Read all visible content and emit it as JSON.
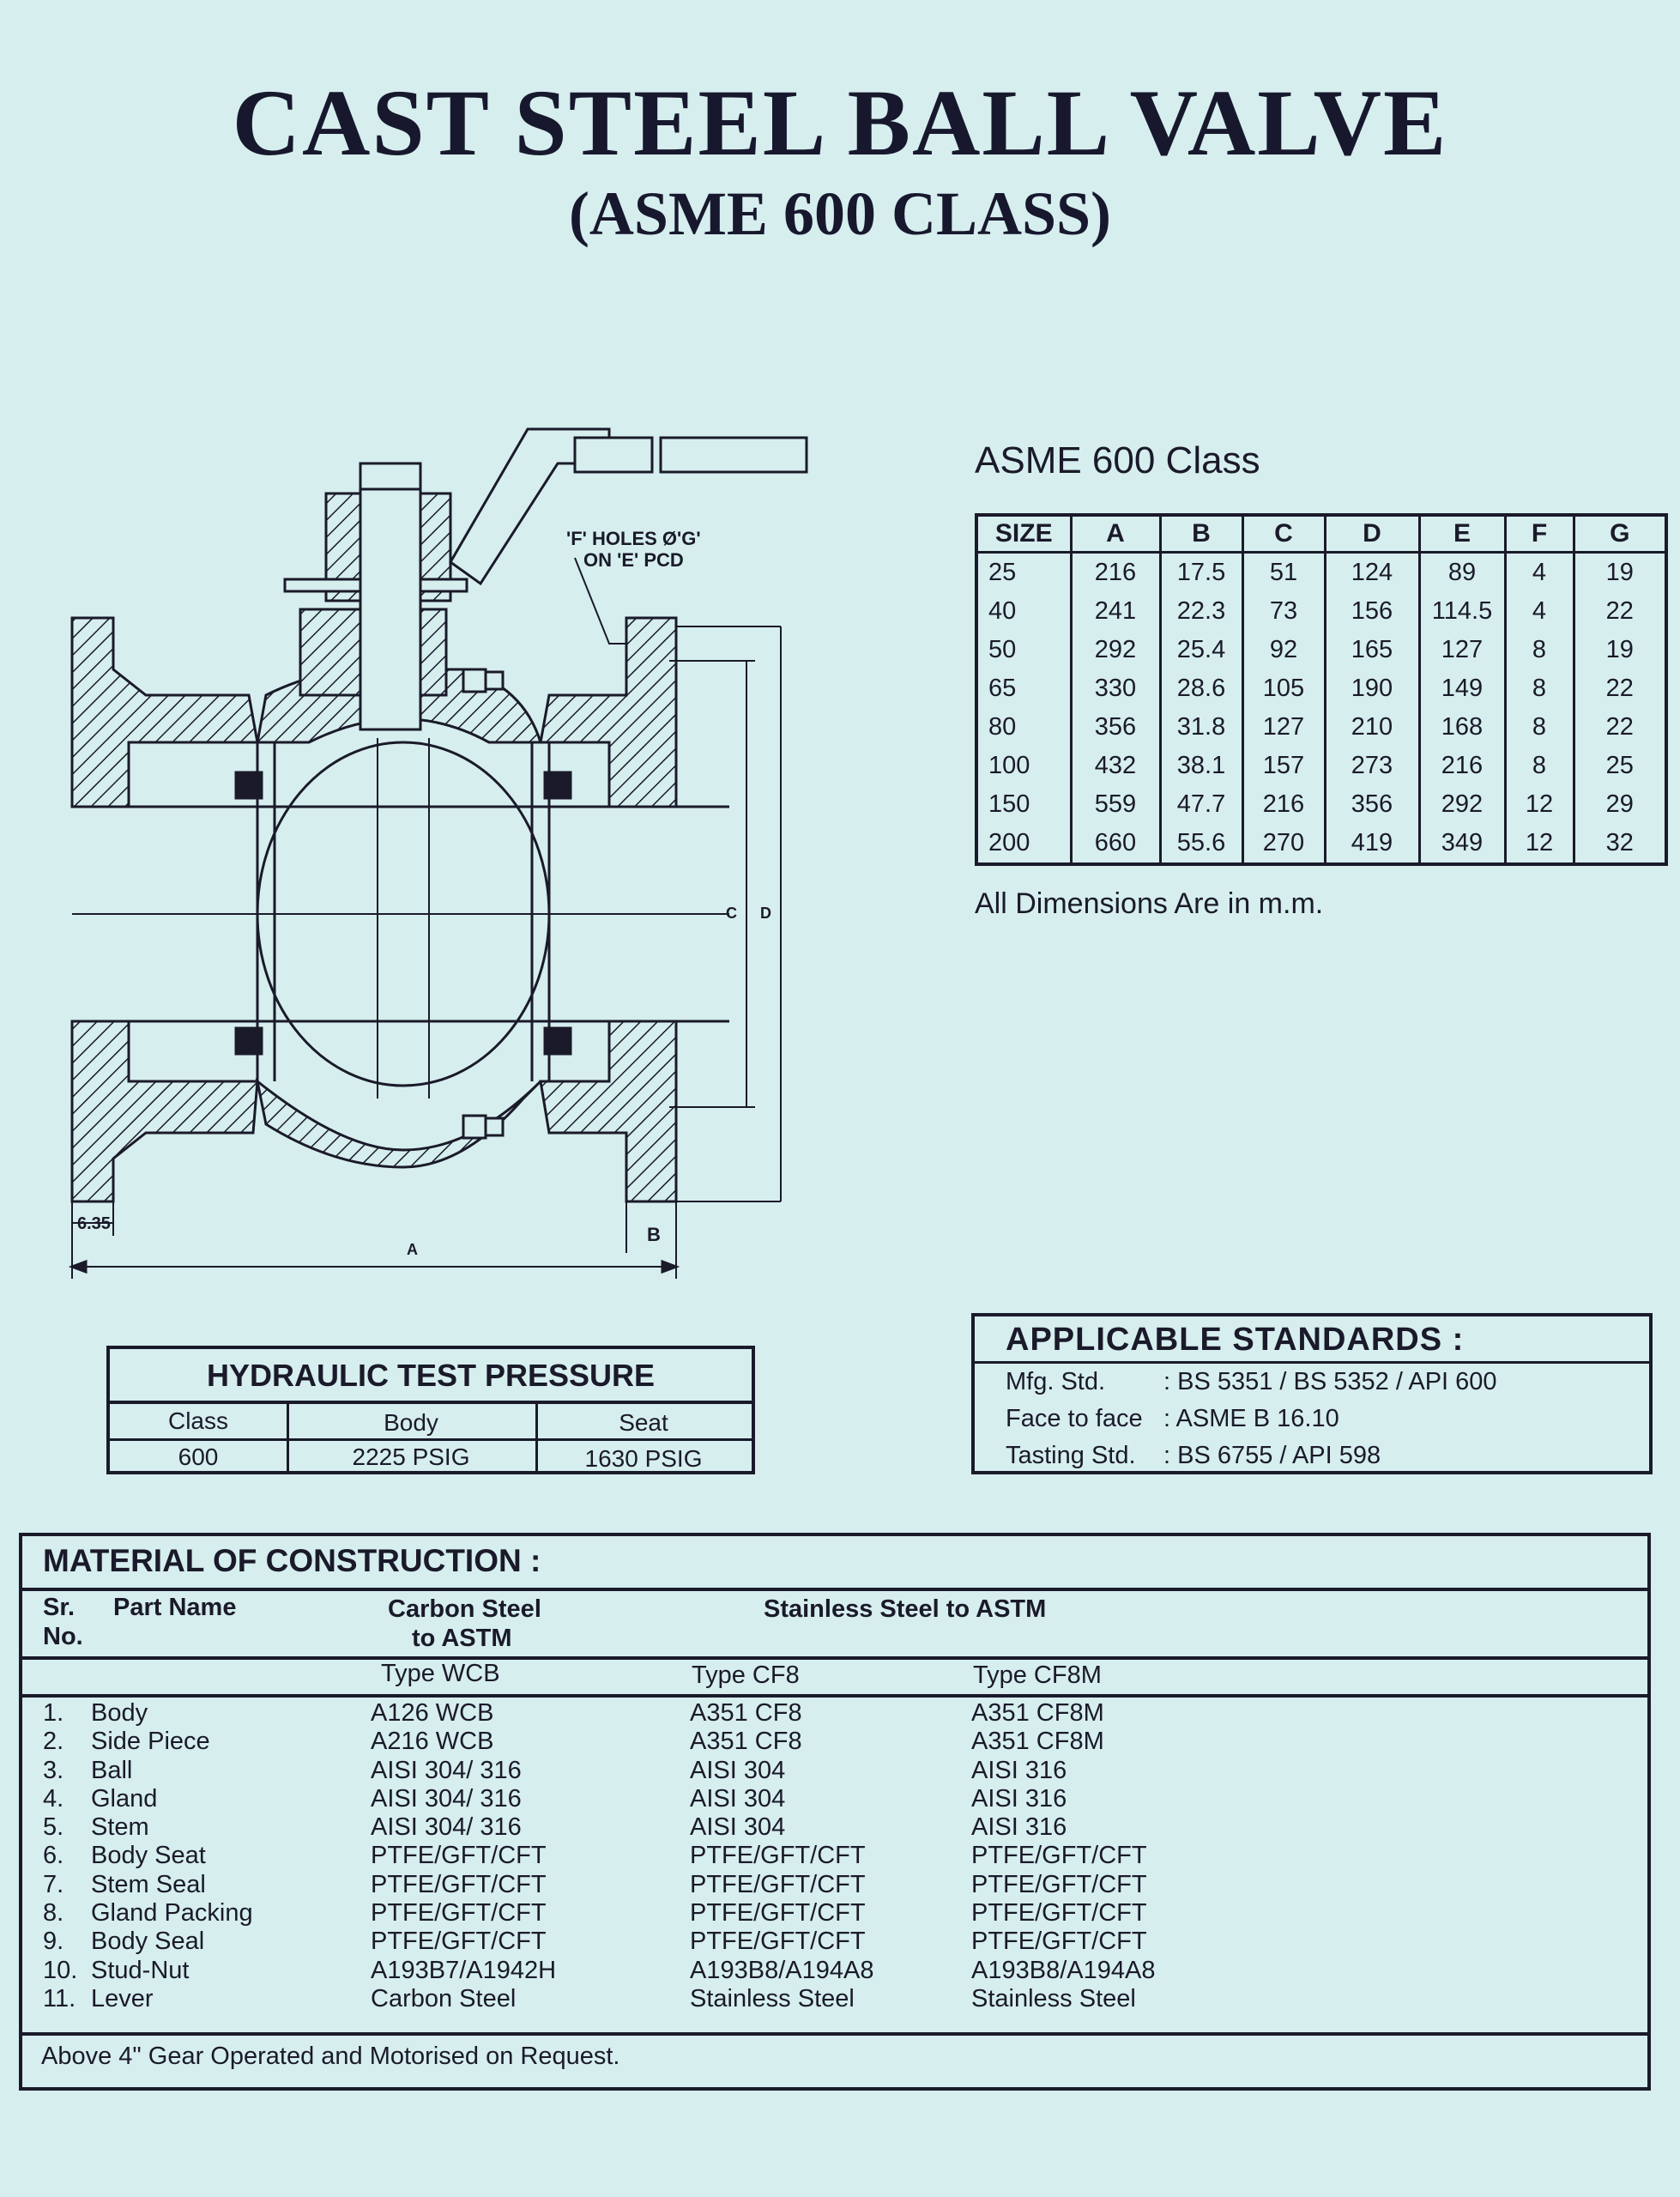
{
  "header": {
    "title": "CAST STEEL BALL VALVE",
    "subtitle": "(ASME 600 CLASS)"
  },
  "drawing": {
    "holes_label_1": "'F' HOLES Ø'G'",
    "holes_label_2": "ON 'E' PCD",
    "dim_c": "C",
    "dim_d": "D",
    "dim_a": "A",
    "dim_b": "B",
    "dim_635": "6.35"
  },
  "dimensions": {
    "caption": "ASME 600 Class",
    "headers": [
      "SIZE",
      "A",
      "B",
      "C",
      "D",
      "E",
      "F",
      "G"
    ],
    "rows": [
      [
        "25",
        "216",
        "17.5",
        "51",
        "124",
        "89",
        "4",
        "19"
      ],
      [
        "40",
        "241",
        "22.3",
        "73",
        "156",
        "114.5",
        "4",
        "22"
      ],
      [
        "50",
        "292",
        "25.4",
        "92",
        "165",
        "127",
        "8",
        "19"
      ],
      [
        "65",
        "330",
        "28.6",
        "105",
        "190",
        "149",
        "8",
        "22"
      ],
      [
        "80",
        "356",
        "31.8",
        "127",
        "210",
        "168",
        "8",
        "22"
      ],
      [
        "100",
        "432",
        "38.1",
        "157",
        "273",
        "216",
        "8",
        "25"
      ],
      [
        "150",
        "559",
        "47.7",
        "216",
        "356",
        "292",
        "12",
        "29"
      ],
      [
        "200",
        "660",
        "55.6",
        "270",
        "419",
        "349",
        "12",
        "32"
      ]
    ],
    "note": "All Dimensions Are in m.m."
  },
  "standards": {
    "title": "APPLICABLE  STANDARDS :",
    "rows": [
      {
        "label": "Mfg. Std.",
        "value": ": BS 5351 / BS 5352 / API 600"
      },
      {
        "label": "Face to face",
        "value": ": ASME B 16.10"
      },
      {
        "label": "Tasting Std.",
        "value": ": BS 6755 / API 598"
      }
    ]
  },
  "hydraulic": {
    "title": "HYDRAULIC TEST PRESSURE",
    "headers": [
      "Class",
      "Body",
      "Seat"
    ],
    "values": [
      "600",
      "2225 PSIG",
      "1630 PSIG"
    ]
  },
  "materials": {
    "title": "MATERIAL OF CONSTRUCTION :",
    "h_sr": "Sr.",
    "h_no": "No.",
    "h_part": "Part Name",
    "h_carbon_1": "Carbon Steel",
    "h_carbon_2": "to ASTM",
    "h_stainless": "Stainless Steel to ASTM",
    "type_wcb": "Type WCB",
    "type_cf8": "Type CF8",
    "type_cf8m": "Type CF8M",
    "rows": [
      {
        "no": "1.",
        "part": "Body",
        "wcb": "A126 WCB",
        "cf8": "A351 CF8",
        "cf8m": "A351 CF8M"
      },
      {
        "no": "2.",
        "part": "Side Piece",
        "wcb": "A216 WCB",
        "cf8": "A351 CF8",
        "cf8m": "A351 CF8M"
      },
      {
        "no": "3.",
        "part": "Ball",
        "wcb": "AISI 304/ 316",
        "cf8": "AISI 304",
        "cf8m": "AISI 316"
      },
      {
        "no": "4.",
        "part": "Gland",
        "wcb": "AISI 304/ 316",
        "cf8": "AISI 304",
        "cf8m": "AISI 316"
      },
      {
        "no": "5.",
        "part": "Stem",
        "wcb": "AISI 304/ 316",
        "cf8": "AISI 304",
        "cf8m": "AISI 316"
      },
      {
        "no": "6.",
        "part": "Body Seat",
        "wcb": "PTFE/GFT/CFT",
        "cf8": "PTFE/GFT/CFT",
        "cf8m": "PTFE/GFT/CFT"
      },
      {
        "no": "7.",
        "part": "Stem Seal",
        "wcb": "PTFE/GFT/CFT",
        "cf8": "PTFE/GFT/CFT",
        "cf8m": "PTFE/GFT/CFT"
      },
      {
        "no": "8.",
        "part": "Gland Packing",
        "wcb": "PTFE/GFT/CFT",
        "cf8": "PTFE/GFT/CFT",
        "cf8m": "PTFE/GFT/CFT"
      },
      {
        "no": "9.",
        "part": "Body Seal",
        "wcb": "PTFE/GFT/CFT",
        "cf8": "PTFE/GFT/CFT",
        "cf8m": "PTFE/GFT/CFT"
      },
      {
        "no": "10.",
        "part": "Stud-Nut",
        "wcb": "A193B7/A1942H",
        "cf8": "A193B8/A194A8",
        "cf8m": "A193B8/A194A8"
      },
      {
        "no": "11.",
        "part": "Lever",
        "wcb": "Carbon Steel",
        "cf8": "Stainless Steel",
        "cf8m": "Stainless Steel"
      }
    ],
    "footer": "Above 4\" Gear Operated and Motorised on Request."
  }
}
